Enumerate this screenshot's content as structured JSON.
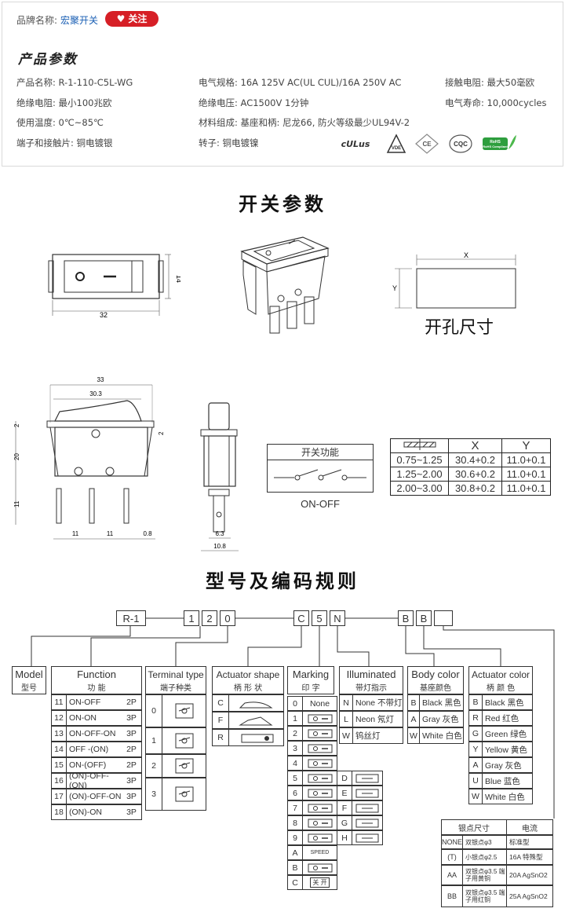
{
  "header": {
    "brand_label": "品牌名称:",
    "brand_name": "宏聚开关",
    "follow_label": "关注"
  },
  "params": {
    "title": "产品参数",
    "rows": [
      [
        "产品名称: R-1-110-C5L-WG",
        "电气规格: 16A 125V AC(UL CUL)/16A 250V AC",
        "接触电阻: 最大50毫欧"
      ],
      [
        "绝缘电阻: 最小100兆欧",
        "绝缘电压: AC1500V 1分钟",
        "电气寿命: 10,000cycles"
      ],
      [
        "使用温度: 0℃~85℃",
        "材料组成: 基座和柄: 尼龙66, 防火等级最少UL94V-2",
        ""
      ],
      [
        "端子和接触片: 铜电镀银",
        "转子: 铜电镀镍",
        ""
      ]
    ],
    "certs": [
      "cULus",
      "VDE",
      "CE",
      "CQC",
      "RoHS Compliant"
    ]
  },
  "switch_section": {
    "title": "开关参数",
    "hole_label": "开孔尺寸",
    "dims": {
      "top_w": "32",
      "top_h": "14",
      "side_w": "33",
      "side_w2": "30.3",
      "side_h": "20",
      "side_t": "2",
      "side_t2": "2",
      "pin_h": "11",
      "pin_a": "11",
      "pin_b": "11",
      "pin_c": "0.8",
      "term_w": "6.3",
      "term_w2": "10.8",
      "hole_x": "X",
      "hole_y": "Y"
    },
    "function_title": "开关功能",
    "function_value": "ON-OFF",
    "hole_table": {
      "headers": [
        "",
        "X",
        "Y"
      ],
      "rows": [
        [
          "0.75~1.25",
          "30.4+0.2",
          "11.0+0.1"
        ],
        [
          "1.25~2.00",
          "30.6+0.2",
          "11.0+0.1"
        ],
        [
          "2.00~3.00",
          "30.8+0.2",
          "11.0+0.1"
        ]
      ]
    }
  },
  "coding": {
    "title": "型号及编码规则",
    "code_boxes": [
      "R-1",
      "1",
      "2",
      "0",
      "C",
      "5",
      "N",
      "B",
      "B",
      ""
    ],
    "model": {
      "en": "Model",
      "cn": "型号"
    },
    "function": {
      "en": "Function",
      "cn": "功 能",
      "rows": [
        [
          "11",
          "ON-OFF",
          "2P"
        ],
        [
          "12",
          "ON-ON",
          "3P"
        ],
        [
          "13",
          "ON-OFF-ON",
          "3P"
        ],
        [
          "14",
          "OFF -(ON)",
          "2P"
        ],
        [
          "15",
          "ON-(OFF)",
          "2P"
        ],
        [
          "16",
          "(ON)-OFF-(ON)",
          "3P"
        ],
        [
          "17",
          "(ON)-OFF-ON",
          "3P"
        ],
        [
          "18",
          "(ON)-ON",
          "3P"
        ]
      ]
    },
    "terminal": {
      "en": "Terminal type",
      "cn": "端子种类",
      "rows": [
        "0",
        "1",
        "2",
        "3"
      ]
    },
    "actuator_shape": {
      "en": "Actuator shape",
      "cn": "柄 形 状",
      "rows": [
        "C",
        "F",
        "R"
      ]
    },
    "marking": {
      "en": "Marking",
      "cn": "印 字",
      "rows": [
        "0",
        "1",
        "2",
        "3",
        "4",
        "5",
        "6",
        "7",
        "8",
        "9",
        "A",
        "B",
        "C"
      ],
      "none": "None",
      "extra_rows": [
        "D",
        "E",
        "F",
        "G",
        "H"
      ],
      "speed": "SPEED",
      "kaiguan": "关 开"
    },
    "illuminated": {
      "en": "Illuminated",
      "cn": "带灯指示",
      "rows": [
        [
          "N",
          "None 不带灯"
        ],
        [
          "L",
          "Neon 氖灯"
        ],
        [
          "W",
          "钨丝灯"
        ]
      ]
    },
    "body_color": {
      "en": "Body color",
      "cn": "基座颜色",
      "rows": [
        [
          "B",
          "Black 黑色"
        ],
        [
          "A",
          "Gray 灰色"
        ],
        [
          "W",
          "White 白色"
        ]
      ]
    },
    "actuator_color": {
      "en": "Actuator color",
      "cn": "柄 颜 色",
      "rows": [
        [
          "B",
          "Black 黑色"
        ],
        [
          "R",
          "Red 红色"
        ],
        [
          "G",
          "Green 绿色"
        ],
        [
          "Y",
          "Yellow 黄色"
        ],
        [
          "A",
          "Gray 灰色"
        ],
        [
          "U",
          "Blue 蓝色"
        ],
        [
          "W",
          "White 白色"
        ]
      ]
    },
    "silver": {
      "head1": "银点尺寸",
      "head2": "电流",
      "rows": [
        [
          "NONE",
          "双银点φ3",
          "标准型"
        ],
        [
          "(T)",
          "小银点φ2.5",
          "16A 特殊型"
        ],
        [
          "AA",
          "双银点φ3.5 端子用黄铜",
          "20A AgSnO2"
        ],
        [
          "BB",
          "双银点φ3.5 端子用红铜",
          "25A AgSnO2"
        ]
      ]
    }
  }
}
